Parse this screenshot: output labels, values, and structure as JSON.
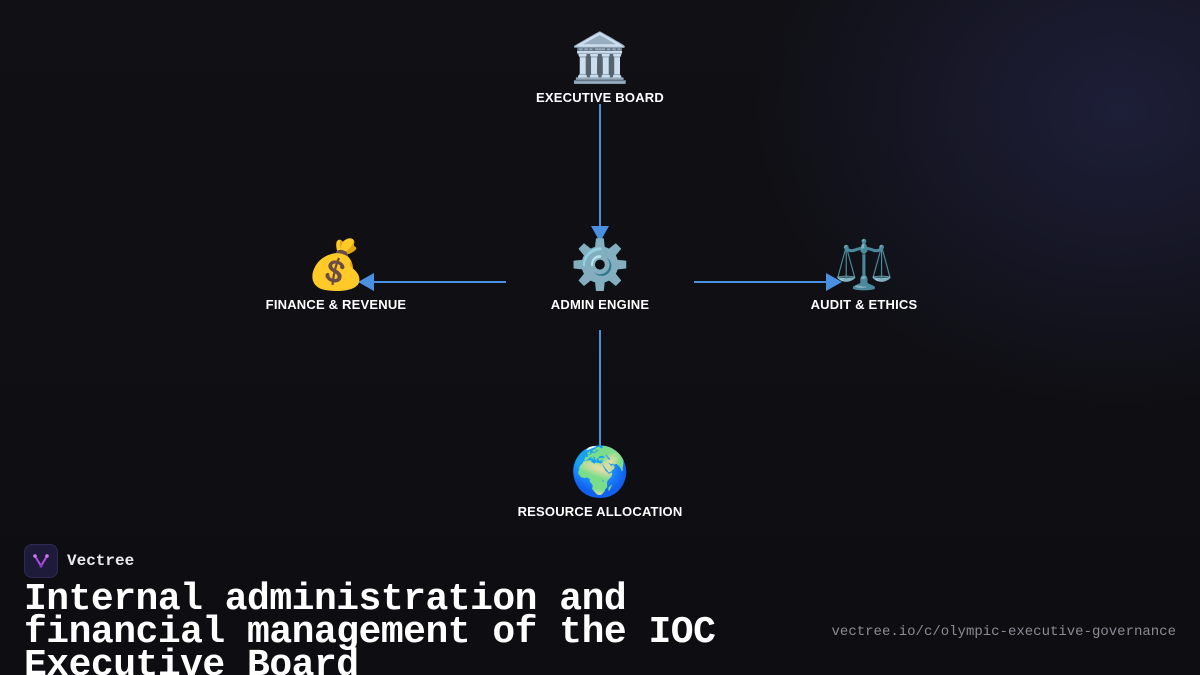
{
  "nodes": {
    "executive_board": {
      "icon": "🏛️",
      "icon_name": "classical-building-icon",
      "label": "EXECUTIVE BOARD"
    },
    "finance_revenue": {
      "icon": "💰",
      "icon_name": "money-bag-icon",
      "label": "FINANCE & REVENUE"
    },
    "admin_engine": {
      "icon": "⚙️",
      "icon_name": "gear-icon",
      "label": "ADMIN ENGINE"
    },
    "audit_ethics": {
      "icon": "⚖️",
      "icon_name": "balance-scale-icon",
      "label": "AUDIT & ETHICS"
    },
    "resource_allocation": {
      "icon": "🌍",
      "icon_name": "globe-icon",
      "label": "RESOURCE ALLOCATION"
    }
  },
  "edges": [
    {
      "from": "executive_board",
      "to": "admin_engine",
      "arrow": "end"
    },
    {
      "from": "admin_engine",
      "to": "finance_revenue",
      "arrow": "end"
    },
    {
      "from": "admin_engine",
      "to": "audit_ethics",
      "arrow": "end"
    },
    {
      "from": "admin_engine",
      "to": "resource_allocation",
      "arrow": "none"
    }
  ],
  "brand": {
    "name": "Vectree",
    "logo_icon": "vectree-logo-icon"
  },
  "title": "Internal administration and financial management of the IOC Executive Board",
  "url": "vectree.io/c/olympic-executive-governance",
  "colors": {
    "background": "#0f0f13",
    "edge": "#4a90e2",
    "text": "#ffffff",
    "muted": "#8a8a94",
    "brand_accent": "#b04de0"
  }
}
